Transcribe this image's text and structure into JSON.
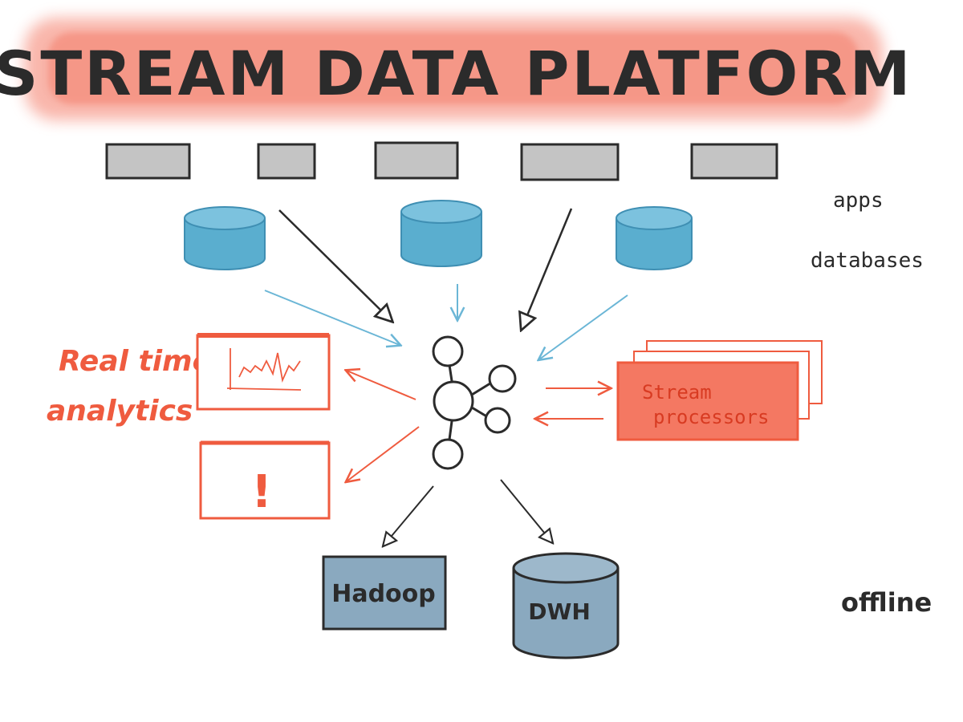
{
  "title": "Stream Data Platform",
  "labels": {
    "apps": "apps",
    "databases": "databases",
    "offline": "offline",
    "realtime_line1": "Real time",
    "realtime_line2": "analytics",
    "alert_symbol": "!",
    "stream_processors_line1": "Stream",
    "stream_processors_line2": "processors",
    "hadoop": "Hadoop",
    "dwh": "DWH"
  },
  "colors": {
    "title_wash": "#f26a55",
    "accent_orange": "#ef5b3f",
    "db_blue": "#5aaecf",
    "db_blue_dark": "#3f8fb3",
    "sink_blue": "#7f9fb5",
    "app_gray": "#bdbdbd",
    "ink": "#2b2b2b",
    "arrow_blue": "#6bb6d6"
  },
  "icons": {
    "hub": "kafka-hub-icon",
    "chart": "line-chart-icon",
    "alert": "exclamation-icon"
  }
}
